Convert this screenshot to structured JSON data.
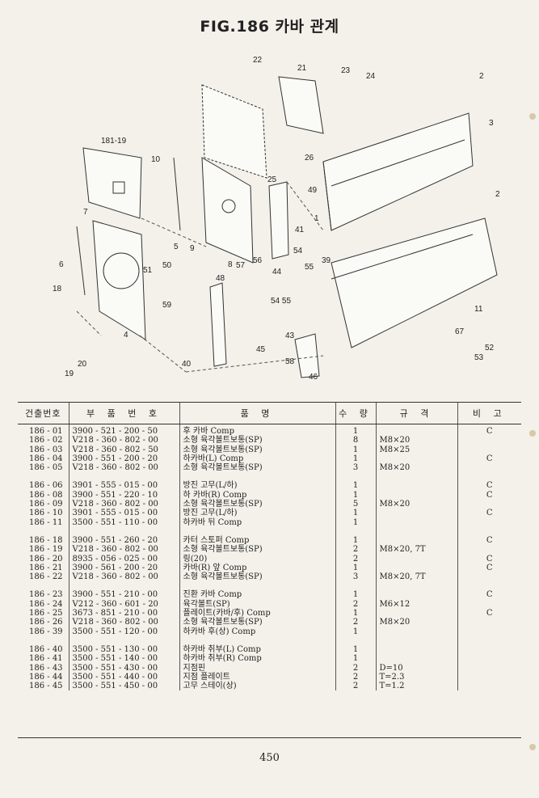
{
  "title": "FIG.186 카바 관계",
  "page_number": "450",
  "table": {
    "headers": [
      "건출번호",
      "부 품 번 호",
      "품 명",
      "수 량",
      "규 격",
      "비 고"
    ],
    "groups": [
      [
        {
          "no": "186 - 01",
          "part": "3900 - 521 - 200 - 50",
          "name": "후 카바 Comp",
          "qty": "1",
          "spec": "",
          "note": "C"
        },
        {
          "no": "186 - 02",
          "part": "V218 - 360 - 802 - 00",
          "name": "소형 육각볼트보통(SP)",
          "qty": "8",
          "spec": "M8×20",
          "note": ""
        },
        {
          "no": "186 - 03",
          "part": "V218 - 360 - 802 - 50",
          "name": "소형 육각볼트보통(SP)",
          "qty": "1",
          "spec": "M8×25",
          "note": ""
        },
        {
          "no": "186 - 04",
          "part": "3900 - 551 - 200 - 20",
          "name": "하카바(L) Comp",
          "qty": "1",
          "spec": "",
          "note": "C"
        },
        {
          "no": "186 - 05",
          "part": "V218 - 360 - 802 - 00",
          "name": "소형 육각볼트보통(SP)",
          "qty": "3",
          "spec": "M8×20",
          "note": ""
        }
      ],
      [
        {
          "no": "186 - 06",
          "part": "3901 - 555 - 015 - 00",
          "name": "방진 고무(L/하)",
          "qty": "1",
          "spec": "",
          "note": "C"
        },
        {
          "no": "186 - 08",
          "part": "3900 - 551 - 220 - 10",
          "name": "하 카바(R) Comp",
          "qty": "1",
          "spec": "",
          "note": "C"
        },
        {
          "no": "186 - 09",
          "part": "V218 - 360 - 802 - 00",
          "name": "소형 육각볼트보통(SP)",
          "qty": "5",
          "spec": "M8×20",
          "note": ""
        },
        {
          "no": "186 - 10",
          "part": "3901 - 555 - 015 - 00",
          "name": "방진 고무(L/하)",
          "qty": "1",
          "spec": "",
          "note": "C"
        },
        {
          "no": "186 - 11",
          "part": "3500 - 551 - 110 - 00",
          "name": "하카바 뒤 Comp",
          "qty": "1",
          "spec": "",
          "note": ""
        }
      ],
      [
        {
          "no": "186 - 18",
          "part": "3900 - 551 - 260 - 20",
          "name": "카터 스토퍼 Comp",
          "qty": "1",
          "spec": "",
          "note": "C"
        },
        {
          "no": "186 - 19",
          "part": "V218 - 360 - 802 - 00",
          "name": "소형 육각볼트보통(SP)",
          "qty": "2",
          "spec": "M8×20, 7T",
          "note": ""
        },
        {
          "no": "186 - 20",
          "part": "8935 - 056 - 025 - 00",
          "name": "링(20)",
          "qty": "2",
          "spec": "",
          "note": "C"
        },
        {
          "no": "186 - 21",
          "part": "3900 - 561 - 200 - 20",
          "name": "카바(R) 앞 Comp",
          "qty": "1",
          "spec": "",
          "note": "C"
        },
        {
          "no": "186 - 22",
          "part": "V218 - 360 - 802 - 00",
          "name": "소형 육각볼트보통(SP)",
          "qty": "3",
          "spec": "M8×20, 7T",
          "note": ""
        }
      ],
      [
        {
          "no": "186 - 23",
          "part": "3900 - 551 - 210 - 00",
          "name": "진환 카바 Comp",
          "qty": "1",
          "spec": "",
          "note": "C"
        },
        {
          "no": "186 - 24",
          "part": "V212 - 360 - 601 - 20",
          "name": "육각볼트(SP)",
          "qty": "2",
          "spec": "M6×12",
          "note": ""
        },
        {
          "no": "186 - 25",
          "part": "3673 - 851 - 210 - 00",
          "name": "플레이트(카바/후) Comp",
          "qty": "1",
          "spec": "",
          "note": "C"
        },
        {
          "no": "186 - 26",
          "part": "V218 - 360 - 802 - 00",
          "name": "소형 육각볼트보통(SP)",
          "qty": "2",
          "spec": "M8×20",
          "note": ""
        },
        {
          "no": "186 - 39",
          "part": "3500 - 551 - 120 - 00",
          "name": "하카바 후(상) Comp",
          "qty": "1",
          "spec": "",
          "note": ""
        }
      ],
      [
        {
          "no": "186 - 40",
          "part": "3500 - 551 - 130 - 00",
          "name": "하카바 취부(L) Comp",
          "qty": "1",
          "spec": "",
          "note": ""
        },
        {
          "no": "186 - 41",
          "part": "3500 - 551 - 140 - 00",
          "name": "하카바 취부(R) Comp",
          "qty": "1",
          "spec": "",
          "note": ""
        },
        {
          "no": "186 - 43",
          "part": "3500 - 551 - 430 - 00",
          "name": "지점핀",
          "qty": "2",
          "spec": "D=10",
          "note": ""
        },
        {
          "no": "186 - 44",
          "part": "3500 - 551 - 440 - 00",
          "name": "지점 플레이트",
          "qty": "2",
          "spec": "T=2.3",
          "note": ""
        },
        {
          "no": "186 - 45",
          "part": "3500 - 551 - 450 - 00",
          "name": "고무 스테이(상)",
          "qty": "2",
          "spec": "T=1.2",
          "note": ""
        }
      ]
    ]
  },
  "diagram_labels": [
    "22",
    "21",
    "23",
    "24",
    "2",
    "181-19",
    "3",
    "10",
    "26",
    "25",
    "49",
    "1",
    "2",
    "7",
    "41",
    "5",
    "9",
    "6",
    "51",
    "50",
    "8",
    "57",
    "56",
    "54",
    "55",
    "39",
    "18",
    "59",
    "44",
    "48",
    "54",
    "55",
    "11",
    "4",
    "43",
    "67",
    "52",
    "53",
    "45",
    "58",
    "40",
    "46",
    "19",
    "20"
  ]
}
